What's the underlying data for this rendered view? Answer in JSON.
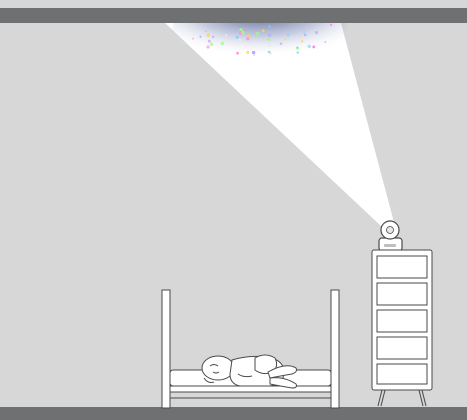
{
  "scene": {
    "colors": {
      "wall": "#d6d7d6",
      "ceiling_band": "#6f7071",
      "floor_band": "#6f7071",
      "light_beam": "#ffffff",
      "line_art": "#4a4a4a",
      "furniture_fill": "#ffffff",
      "star_palette": [
        "#ffd54a",
        "#7fd0ff",
        "#ff8ad8",
        "#9cff8a",
        "#ffffff",
        "#b9a7ff"
      ]
    },
    "objects": {
      "ceiling": "ceiling",
      "floor": "floor",
      "projector": "star-projector-icon",
      "dresser": "dresser",
      "crib": "crib",
      "baby": "sleeping-baby-icon"
    }
  }
}
